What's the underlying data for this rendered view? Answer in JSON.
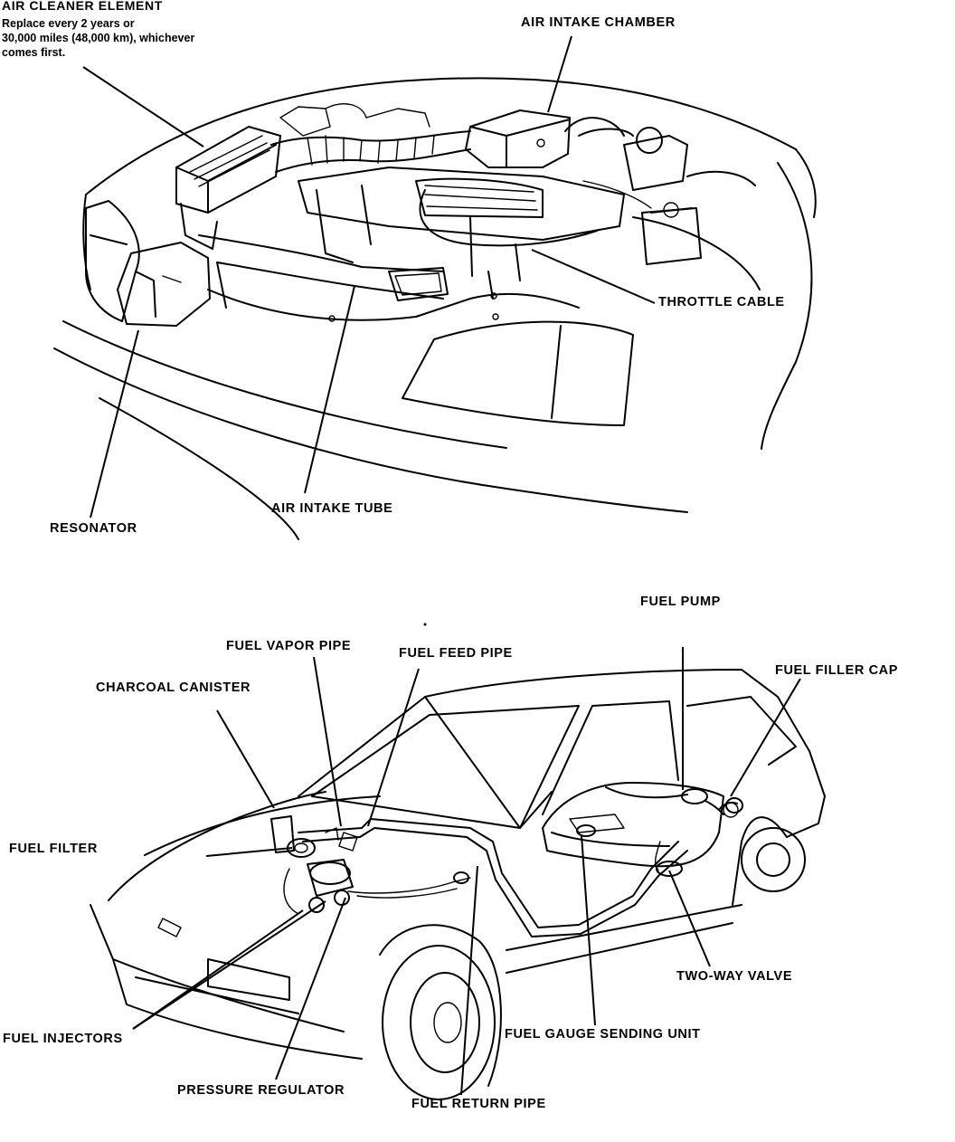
{
  "top_diagram": {
    "labels": {
      "air_cleaner_element": "AIR CLEANER ELEMENT",
      "air_cleaner_note": "Replace every 2 years or\n30,000 miles (48,000 km), whichever\ncomes first.",
      "air_intake_chamber": "AIR INTAKE CHAMBER",
      "throttle_cable": "THROTTLE CABLE",
      "resonator": "RESONATOR",
      "air_intake_tube": "AIR INTAKE TUBE"
    }
  },
  "bottom_diagram": {
    "labels": {
      "fuel_pump": "FUEL PUMP",
      "fuel_vapor_pipe": "FUEL VAPOR PIPE",
      "fuel_feed_pipe": "FUEL FEED PIPE",
      "fuel_filler_cap": "FUEL FILLER CAP",
      "charcoal_canister": "CHARCOAL CANISTER",
      "fuel_filter": "FUEL FILTER",
      "two_way_valve": "TWO-WAY VALVE",
      "fuel_injectors": "FUEL INJECTORS",
      "fuel_gauge_sending_unit": "FUEL GAUGE SENDING UNIT",
      "pressure_regulator": "PRESSURE REGULATOR",
      "fuel_return_pipe": "FUEL RETURN PIPE"
    }
  }
}
